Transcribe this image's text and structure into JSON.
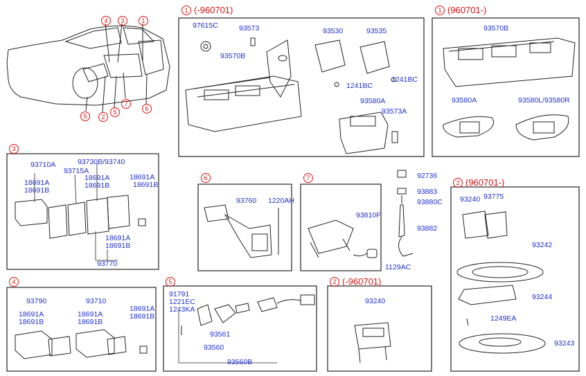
{
  "callouts": {
    "c1": "1",
    "c2": "2",
    "c3": "3",
    "c4": "4",
    "c5": "5",
    "c6": "6",
    "c7": "7"
  },
  "sections": {
    "s1a": {
      "num": "1",
      "title": "(-960701)"
    },
    "s1b": {
      "num": "1",
      "title": "(960701-)"
    },
    "s3": {
      "num": "3"
    },
    "s6": {
      "num": "6"
    },
    "s7": {
      "num": "7"
    },
    "s2b": {
      "num": "2",
      "title": "(960701-)"
    },
    "s4": {
      "num": "4"
    },
    "s5": {
      "num": "5"
    },
    "s2a": {
      "num": "2",
      "title": "(-960701)"
    }
  },
  "labels": {
    "p97615c": "97615C",
    "p93573": "93573",
    "p93530": "93530",
    "p93535": "93535",
    "p93570b_a": "93570B",
    "p1241bc_a": "1241BC",
    "p1241bc_b": "1241BC",
    "p93580a_a": "93580A",
    "p93573a": "93573A",
    "p93570b_b": "93570B",
    "p93580a_b": "93580A",
    "p93580lr": "93580L/93580R",
    "p93710a": "93710A",
    "p93730b": "93730B/93740",
    "p93715a": "93715A",
    "p18691a_1": "18691A",
    "p18691b_1": "18691B",
    "p18691a_2": "18691A",
    "p18691b_2": "18691B",
    "p18691a_3": "18691A",
    "p18691b_3": "18691B",
    "p18691a_4": "18691A",
    "p18691b_4": "18691B",
    "p93770": "93770",
    "p93760": "93760",
    "p1220ah": "1220AH",
    "p93810f": "93810F",
    "p92736": "92736",
    "p93883": "93883",
    "p93880c": "93880C",
    "p93882": "93882",
    "p1129ac": "1129AC",
    "p93240_a": "93240",
    "p93775": "93775",
    "p93242": "93242",
    "p93244": "93244",
    "p1249ea": "1249EA",
    "p93243": "93243",
    "p93790": "93790",
    "p93710": "93710",
    "p18691a_5": "18691A",
    "p18691b_5": "18691B",
    "p18691a_6": "18691A",
    "p18691b_6": "18691B",
    "p18691a_7": "18691A",
    "p18691b_7": "18691B",
    "p91791": "91791",
    "p1221ec": "1221EC",
    "p1243ka": "1243KA",
    "p93561": "93561",
    "p93560": "93560",
    "p93560b": "93560B",
    "p93240_b": "93240"
  }
}
